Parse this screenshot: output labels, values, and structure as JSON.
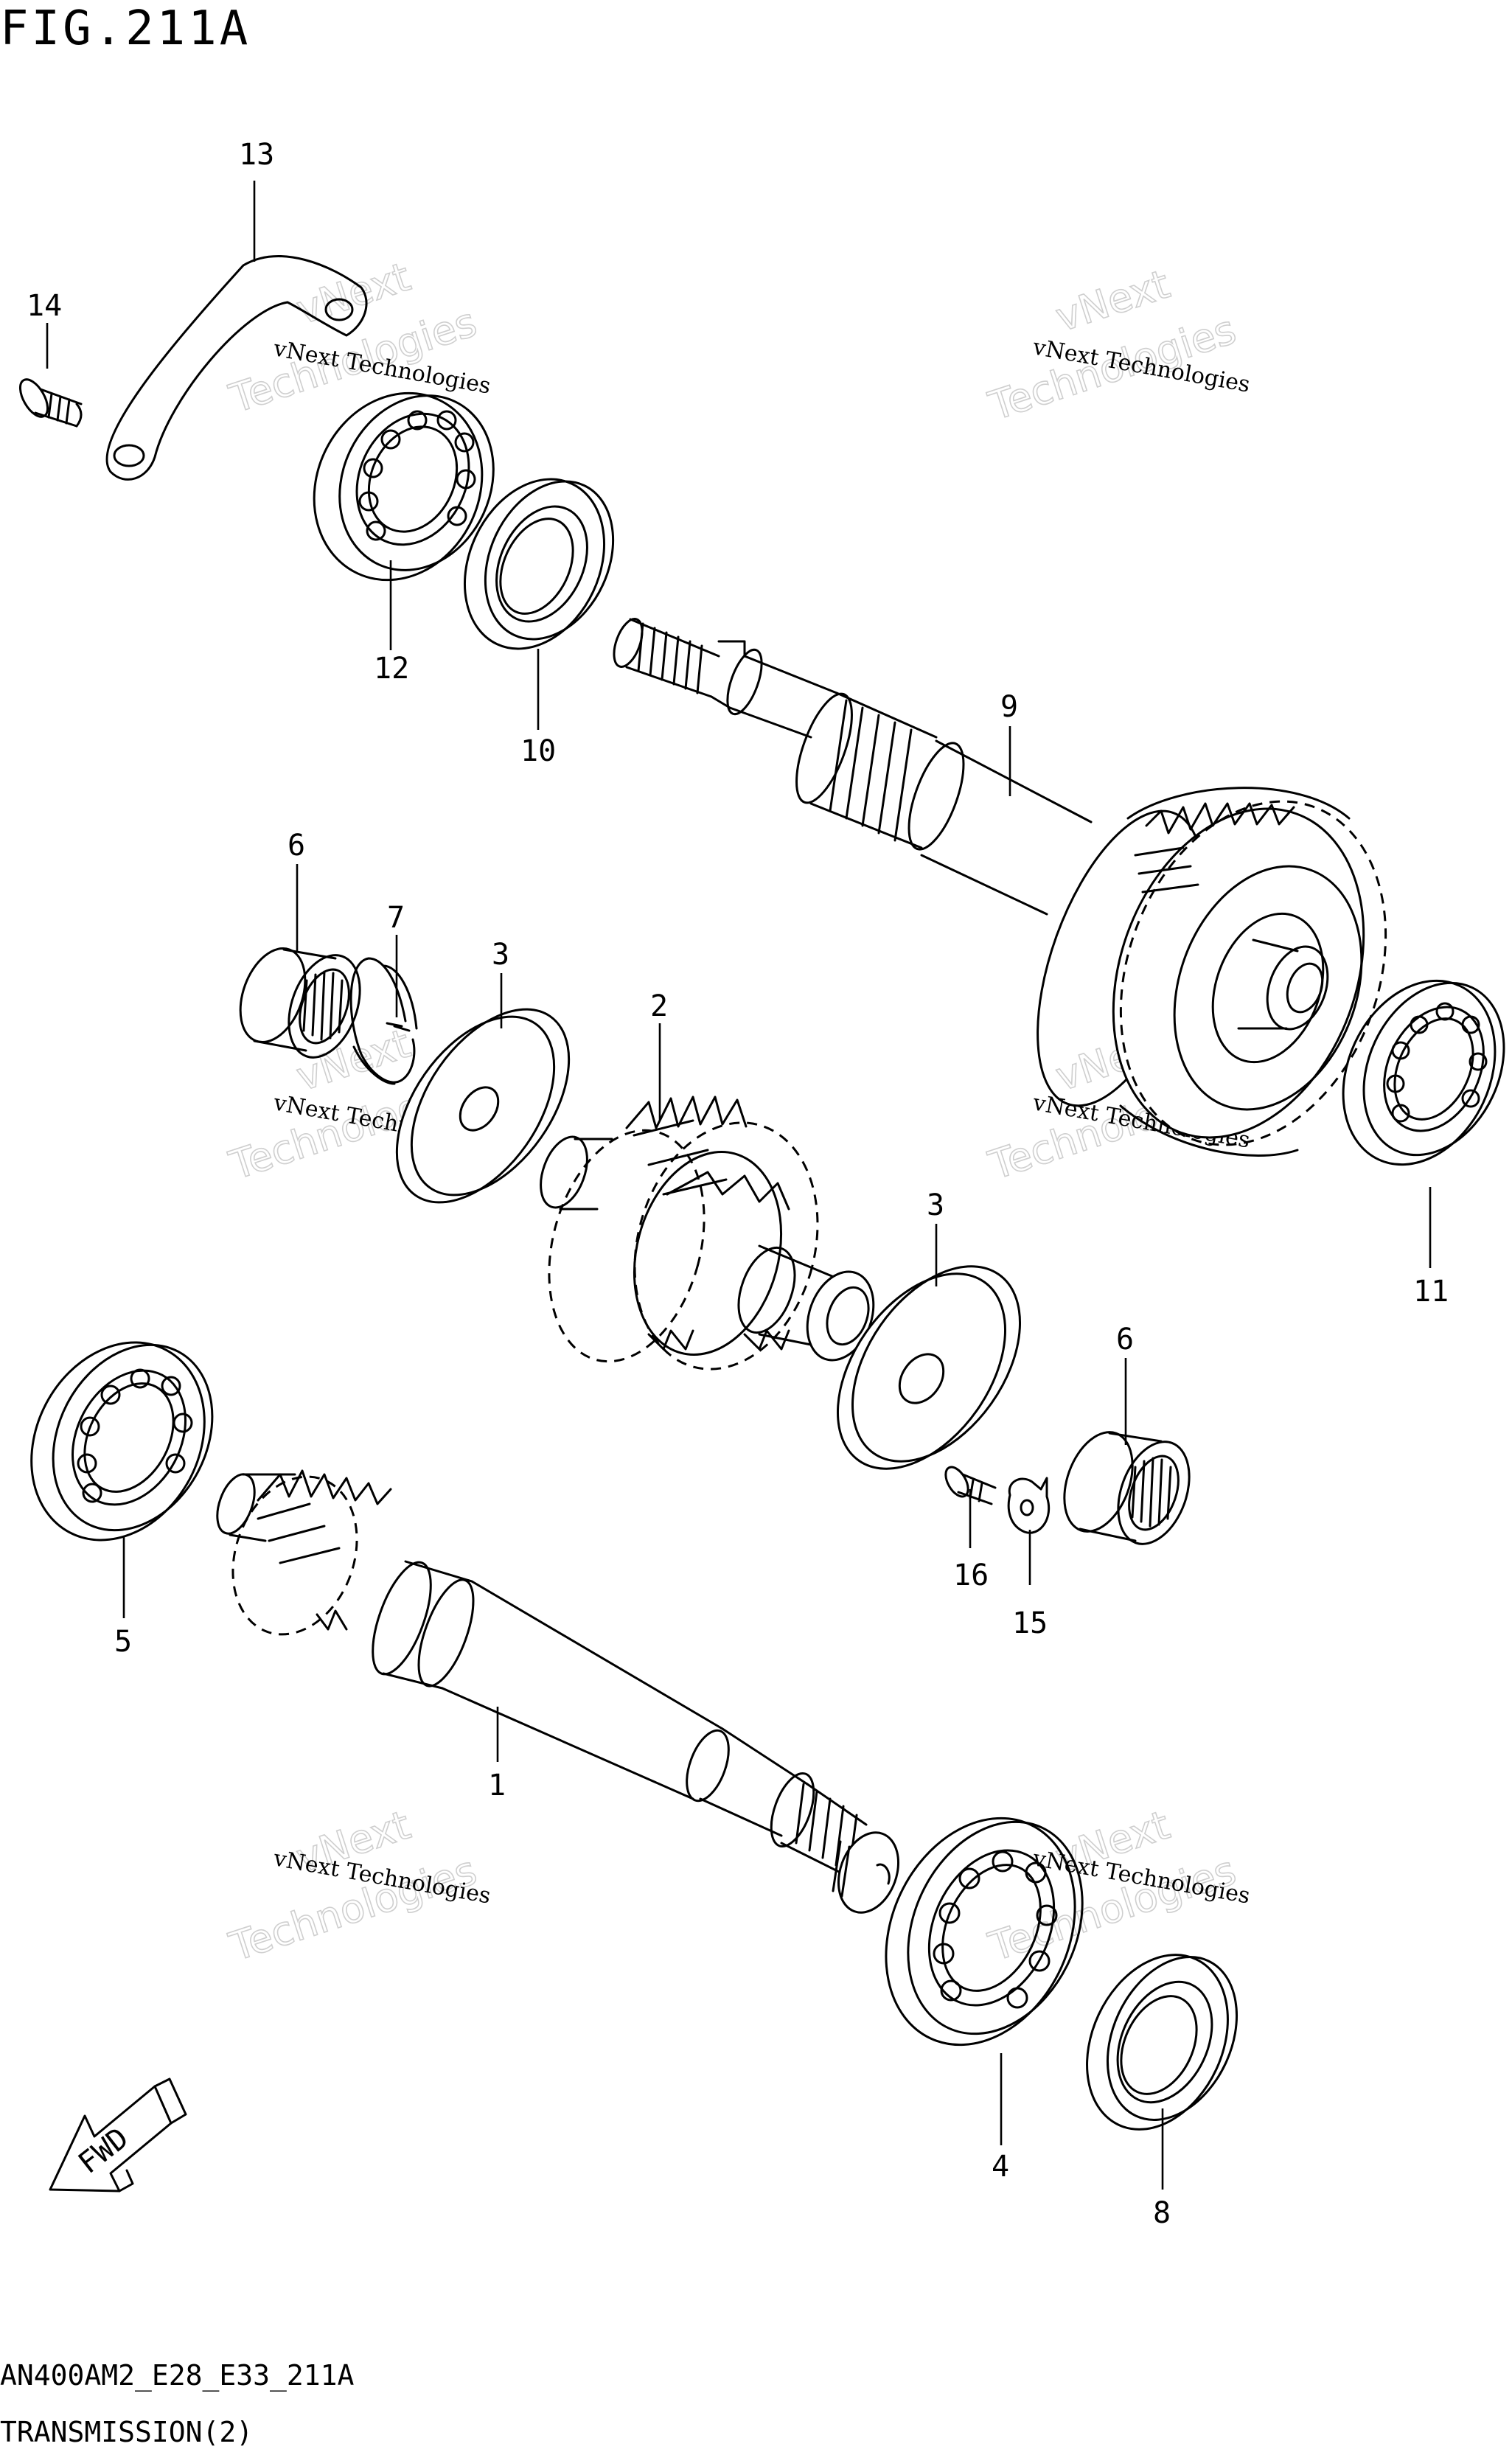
{
  "figure": {
    "title": "FIG.211A",
    "code": "AN400AM2_E28_E33_211A",
    "name": "TRANSMISSION(2)"
  },
  "watermark": {
    "line1": "vNext Technologies",
    "line2": "vNext",
    "line3": "Technologies"
  },
  "direction_marker": "FWD",
  "callouts": {
    "p1": "1",
    "p2": "2",
    "p3a": "3",
    "p3b": "3",
    "p4": "4",
    "p5": "5",
    "p6a": "6",
    "p6b": "6",
    "p7": "7",
    "p8": "8",
    "p9": "9",
    "p10": "10",
    "p11": "11",
    "p12": "12",
    "p13": "13",
    "p14": "14",
    "p15": "15",
    "p16": "16"
  }
}
